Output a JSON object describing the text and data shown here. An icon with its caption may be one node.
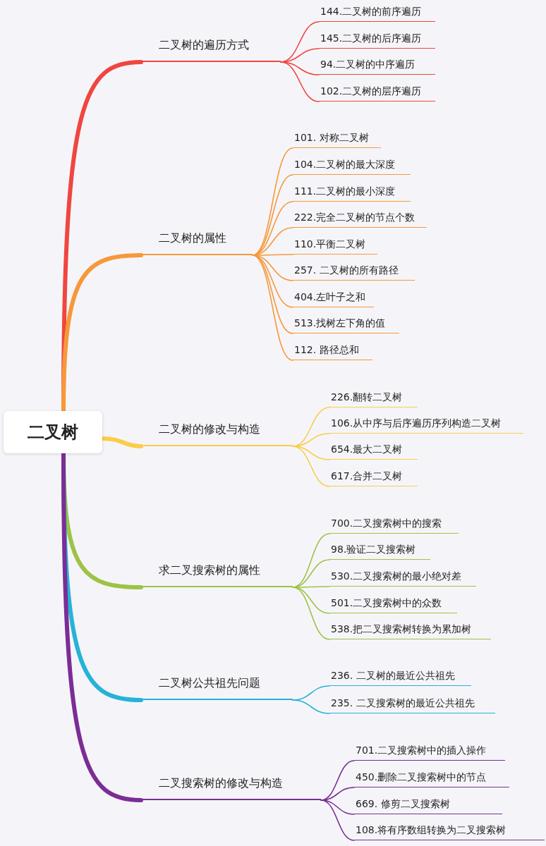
{
  "diagram": {
    "nodes": [
      {
        "text": [
          "二叉树"
        ]
      },
      {
        "text": [
          "二叉树的遍历方式"
        ]
      },
      {
        "text": [
          "144.二叉树的前序遍历"
        ]
      },
      {
        "text": [
          "145.二叉树的后序遍历"
        ]
      },
      {
        "text": [
          "94.二叉树的中序遍历"
        ]
      },
      {
        "text": [
          "102.二叉树的层序遍历"
        ]
      },
      {
        "text": [
          "二叉树的属性"
        ]
      },
      {
        "text": [
          "101. 对称二叉树"
        ]
      },
      {
        "text": [
          "104.二叉树的最大深度"
        ]
      },
      {
        "text": [
          "111.二叉树的最小深度"
        ]
      },
      {
        "text": [
          "222.完全二叉树的节点个数"
        ]
      },
      {
        "text": [
          "110.平衡二叉树"
        ]
      },
      {
        "text": [
          "257. 二叉树的所有路径"
        ]
      },
      {
        "text": [
          "404.左叶子之和"
        ]
      },
      {
        "text": [
          "513.找树左下角的值"
        ]
      },
      {
        "text": [
          "112. 路径总和"
        ]
      },
      {
        "text": [
          "二叉树的修改与构造"
        ]
      },
      {
        "text": [
          "226.翻转二叉树"
        ]
      },
      {
        "text": [
          "106.从中序与后序遍历序列构造二叉树"
        ]
      },
      {
        "text": [
          "654.最大二叉树"
        ]
      },
      {
        "text": [
          "617.合并二叉树"
        ]
      },
      {
        "text": [
          "求二叉搜索树的属性"
        ]
      },
      {
        "text": [
          "700.二叉搜索树中的搜索"
        ]
      },
      {
        "text": [
          "98.验证二叉搜索树"
        ]
      },
      {
        "text": [
          "530.二叉搜索树的最小绝对差"
        ]
      },
      {
        "text": [
          "501.二叉搜索树中的众数"
        ]
      },
      {
        "text": [
          "538.把二叉搜索树转换为累加树"
        ]
      },
      {
        "text": [
          "二叉树公共祖先问题"
        ]
      },
      {
        "text": [
          "236. 二叉树的最近公共祖先"
        ]
      },
      {
        "text": [
          "235. 二叉搜索树的最近公共祖先"
        ]
      },
      {
        "text": [
          "二叉搜索树的修改与构造"
        ]
      },
      {
        "text": [
          "701.二叉搜索树中的插入操作"
        ]
      },
      {
        "text": [
          "450.删除二叉搜索树中的节点"
        ]
      },
      {
        "text": [
          "669. 修剪二叉搜索树"
        ]
      },
      {
        "text": [
          "108.将有序数组转换为二叉搜索树"
        ]
      }
    ],
    "edges": [
      {
        "from": 0,
        "to": 1,
        "arrow": "none",
        "style": "thick",
        "color": "#f0463f"
      },
      {
        "from": 0,
        "to": 6,
        "arrow": "none",
        "style": "thick",
        "color": "#f7983a"
      },
      {
        "from": 0,
        "to": 16,
        "arrow": "none",
        "style": "thick",
        "color": "#fbcd4b"
      },
      {
        "from": 0,
        "to": 21,
        "arrow": "none",
        "style": "thick",
        "color": "#9dc346"
      },
      {
        "from": 0,
        "to": 27,
        "arrow": "none",
        "style": "thick",
        "color": "#27b2d8"
      },
      {
        "from": 0,
        "to": 30,
        "arrow": "none",
        "style": "thick",
        "color": "#7b2d95"
      },
      {
        "from": 1,
        "to": 2,
        "arrow": "none",
        "color": "#f0463f"
      },
      {
        "from": 1,
        "to": 3,
        "arrow": "none",
        "color": "#f0463f"
      },
      {
        "from": 1,
        "to": 4,
        "arrow": "none",
        "color": "#f0463f"
      },
      {
        "from": 1,
        "to": 5,
        "arrow": "none",
        "color": "#f0463f"
      },
      {
        "from": 6,
        "to": 7,
        "arrow": "none",
        "color": "#f7983a"
      },
      {
        "from": 6,
        "to": 8,
        "arrow": "none",
        "color": "#f7983a"
      },
      {
        "from": 6,
        "to": 9,
        "arrow": "none",
        "color": "#f7983a"
      },
      {
        "from": 6,
        "to": 10,
        "arrow": "none",
        "color": "#f7983a"
      },
      {
        "from": 6,
        "to": 11,
        "arrow": "none",
        "color": "#f7983a"
      },
      {
        "from": 6,
        "to": 12,
        "arrow": "none",
        "color": "#f7983a"
      },
      {
        "from": 6,
        "to": 13,
        "arrow": "none",
        "color": "#f7983a"
      },
      {
        "from": 6,
        "to": 14,
        "arrow": "none",
        "color": "#f7983a"
      },
      {
        "from": 6,
        "to": 15,
        "arrow": "none",
        "color": "#f7983a"
      },
      {
        "from": 16,
        "to": 17,
        "arrow": "none",
        "color": "#fbcd4b"
      },
      {
        "from": 16,
        "to": 18,
        "arrow": "none",
        "color": "#fbcd4b"
      },
      {
        "from": 16,
        "to": 19,
        "arrow": "none",
        "color": "#fbcd4b"
      },
      {
        "from": 16,
        "to": 20,
        "arrow": "none",
        "color": "#fbcd4b"
      },
      {
        "from": 21,
        "to": 22,
        "arrow": "none",
        "color": "#9dc346"
      },
      {
        "from": 21,
        "to": 23,
        "arrow": "none",
        "color": "#9dc346"
      },
      {
        "from": 21,
        "to": 24,
        "arrow": "none",
        "color": "#9dc346"
      },
      {
        "from": 21,
        "to": 25,
        "arrow": "none",
        "color": "#9dc346"
      },
      {
        "from": 21,
        "to": 26,
        "arrow": "none",
        "color": "#9dc346"
      },
      {
        "from": 27,
        "to": 28,
        "arrow": "none",
        "color": "#27b2d8"
      },
      {
        "from": 27,
        "to": 29,
        "arrow": "none",
        "color": "#27b2d8"
      },
      {
        "from": 30,
        "to": 31,
        "arrow": "none",
        "color": "#7b2d95"
      },
      {
        "from": 30,
        "to": 32,
        "arrow": "none",
        "color": "#7b2d95"
      },
      {
        "from": 30,
        "to": 33,
        "arrow": "none",
        "color": "#7b2d95"
      },
      {
        "from": 30,
        "to": 34,
        "arrow": "none",
        "color": "#7b2d95"
      }
    ]
  }
}
